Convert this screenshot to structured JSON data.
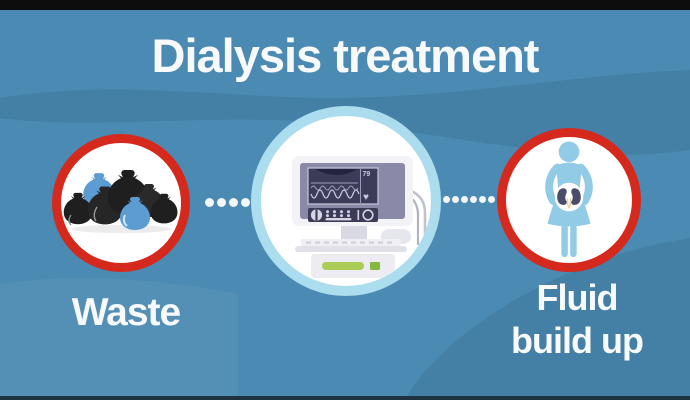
{
  "title": "Dialysis treatment",
  "flow": {
    "left": {
      "label": "Waste",
      "icon": "waste-bags-icon"
    },
    "center": {
      "icon": "dialysis-machine-icon",
      "monitor_reading": "79",
      "heart_icon": "♥"
    },
    "right": {
      "label_line1": "Fluid",
      "label_line2": "build up",
      "icon": "patient-kidneys-icon"
    }
  },
  "colors": {
    "background": "#4B8AB2",
    "wave_shade": "#3E7BA3",
    "accent_red": "#D6291E",
    "circle_fill": "#FFFFFF",
    "center_ring_blue": "#ABDDEE",
    "person_blue": "#92CBE5",
    "kidney_dark": "#4B4B6B",
    "machine_screen": "#3C3C58",
    "machine_green": "#A9CD55",
    "bag_blue": "#5C9CD3",
    "bag_black": "#1F1F1F",
    "title_text": "#F7F9FA"
  }
}
